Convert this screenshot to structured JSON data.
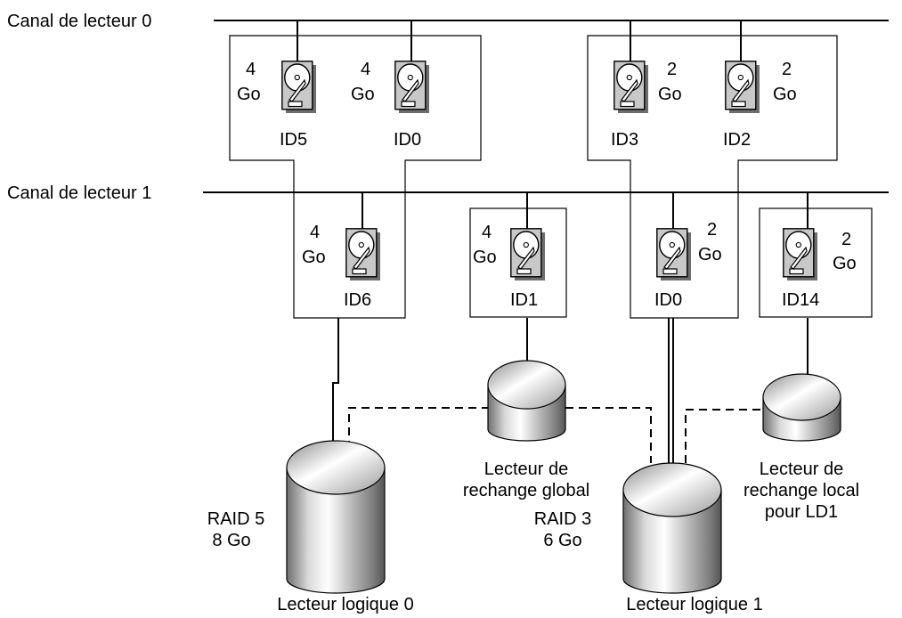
{
  "channels": {
    "ch0_label": "Canal de lecteur 0",
    "ch1_label": "Canal de lecteur 1"
  },
  "disks": {
    "d_id5": {
      "size_num": "4",
      "size_unit": "Go",
      "id": "ID5"
    },
    "d_id0a": {
      "size_num": "4",
      "size_unit": "Go",
      "id": "ID0"
    },
    "d_id3": {
      "size_num": "2",
      "size_unit": "Go",
      "id": "ID3"
    },
    "d_id2": {
      "size_num": "2",
      "size_unit": "Go",
      "id": "ID2"
    },
    "d_id6": {
      "size_num": "4",
      "size_unit": "Go",
      "id": "ID6"
    },
    "d_id1": {
      "size_num": "4",
      "size_unit": "Go",
      "id": "ID1"
    },
    "d_id0b": {
      "size_num": "2",
      "size_unit": "Go",
      "id": "ID0"
    },
    "d_id14": {
      "size_num": "2",
      "size_unit": "Go",
      "id": "ID14"
    }
  },
  "logical": {
    "ld0": {
      "raid": "RAID 5",
      "size": "8 Go",
      "label": "Lecteur logique 0"
    },
    "ld1": {
      "raid": "RAID 3",
      "size": "6 Go",
      "label": "Lecteur logique 1"
    }
  },
  "spares": {
    "global": {
      "line1": "Lecteur de",
      "line2": "rechange global"
    },
    "local": {
      "line1": "Lecteur de",
      "line2": "rechange local",
      "line3": "pour LD1"
    }
  }
}
